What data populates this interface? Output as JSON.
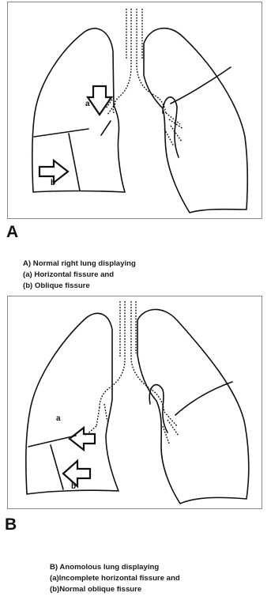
{
  "figure_a": {
    "panel_letter": "A",
    "label_a": "a",
    "label_b": "b",
    "caption": [
      "A) Normal right lung displaying",
      "(a) Horizontal fissure  and",
      "(b) Oblique fissure"
    ]
  },
  "figure_b": {
    "panel_letter": "B",
    "label_a": "a",
    "label_b": "b",
    "caption": [
      "B) Anomolous lung displaying",
      "(a)Incomplete horizontal fissure and",
      "(b)Normal oblique fissure"
    ]
  },
  "colors": {
    "line": "#111111",
    "border": "#8a8a8a",
    "background": "#ffffff"
  }
}
